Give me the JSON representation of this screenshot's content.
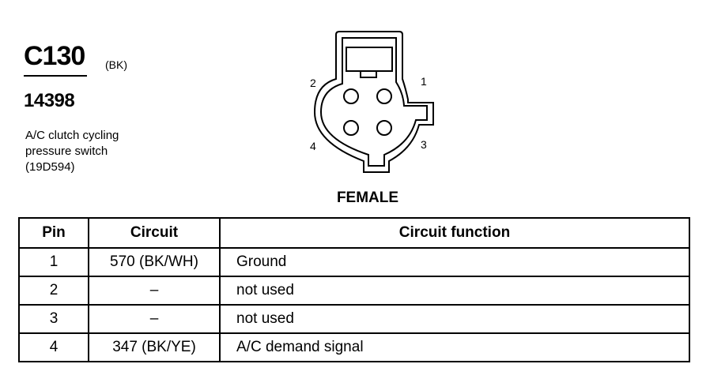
{
  "connector": {
    "id": "C130",
    "color": "(BK)",
    "part_number": "14398",
    "description_lines": [
      "A/C clutch cycling",
      "pressure switch",
      "(19D594)"
    ],
    "gender": "FEMALE",
    "pin_labels": [
      "1",
      "2",
      "3",
      "4"
    ]
  },
  "table": {
    "headers": [
      "Pin",
      "Circuit",
      "Circuit function"
    ],
    "rows": [
      {
        "pin": "1",
        "circuit": "570 (BK/WH)",
        "function": "Ground"
      },
      {
        "pin": "2",
        "circuit": "–",
        "function": "not used"
      },
      {
        "pin": "3",
        "circuit": "–",
        "function": "not used"
      },
      {
        "pin": "4",
        "circuit": "347 (BK/YE)",
        "function": "A/C demand signal"
      }
    ]
  }
}
